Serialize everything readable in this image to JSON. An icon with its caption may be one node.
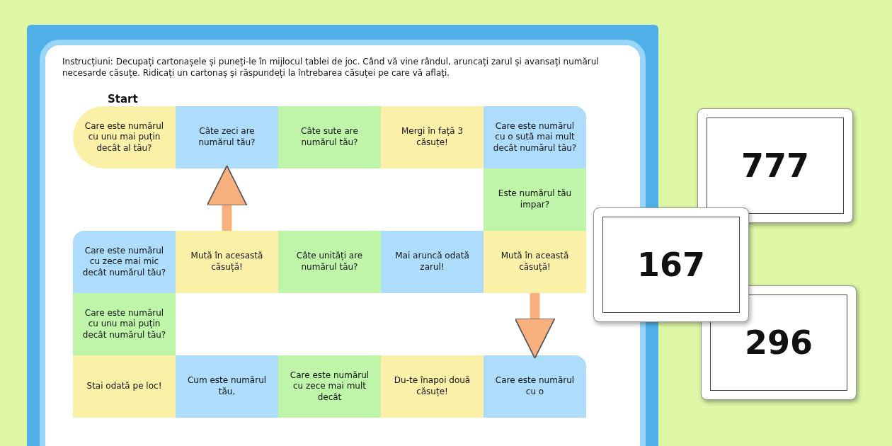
{
  "diagram": {
    "nodes": [
      {
        "text": [
          "Care este numărul cu unu mai puțin decât al tău?"
        ]
      },
      {
        "text": [
          "Câte zeci are numărul tău?"
        ]
      },
      {
        "text": [
          "Câte sute are numărul tău?"
        ]
      },
      {
        "text": [
          "Mergi în față 3 căsuțe!"
        ]
      },
      {
        "text": [
          "Care este numărul cu o sută mai mult decât numărul tău?"
        ]
      },
      {
        "text": [
          "Este numărul tău impar?"
        ]
      },
      {
        "text": [
          "Care este numărul cu zece mai mic decât numărul tău?"
        ]
      },
      {
        "text": [
          "Mută în acesastă căsuță!"
        ]
      },
      {
        "text": [
          "Câte unități are numărul tău?"
        ]
      },
      {
        "text": [
          "Mai aruncă odată zarul!"
        ]
      },
      {
        "text": [
          "Mută în această căsuță!"
        ]
      },
      {
        "text": [
          "Care este numărul cu unu mai puțin decât numărul tău?"
        ]
      },
      {
        "text": [
          "Stai odată pe loc!"
        ]
      },
      {
        "text": [
          "Cum este numărul tău,"
        ]
      },
      {
        "text": [
          "Care este numărul cu zece mai mult decât"
        ]
      },
      {
        "text": [
          "Du-te înapoi două căsuțe!"
        ]
      },
      {
        "text": [
          "Care este numărul cu o"
        ]
      },
      {
        "text": [
          "777"
        ]
      },
      {
        "text": [
          "167"
        ]
      },
      {
        "text": [
          "296"
        ]
      }
    ],
    "edges": [
      {
        "from": 7,
        "to": 1,
        "arrow": "to"
      },
      {
        "from": 10,
        "to": 16,
        "arrow": "to"
      }
    ],
    "labels": [
      "Instrucțiuni: Decupați cartonașele și puneți-le în mijlocul tablei de joc. Când vă vine rândul, aruncați zarul și avansați numărul necesarde căsuțe. Ridicați un cartonaș și răspundeți la întrebarea căsuței pe care vă aflați.",
      "Start"
    ]
  }
}
